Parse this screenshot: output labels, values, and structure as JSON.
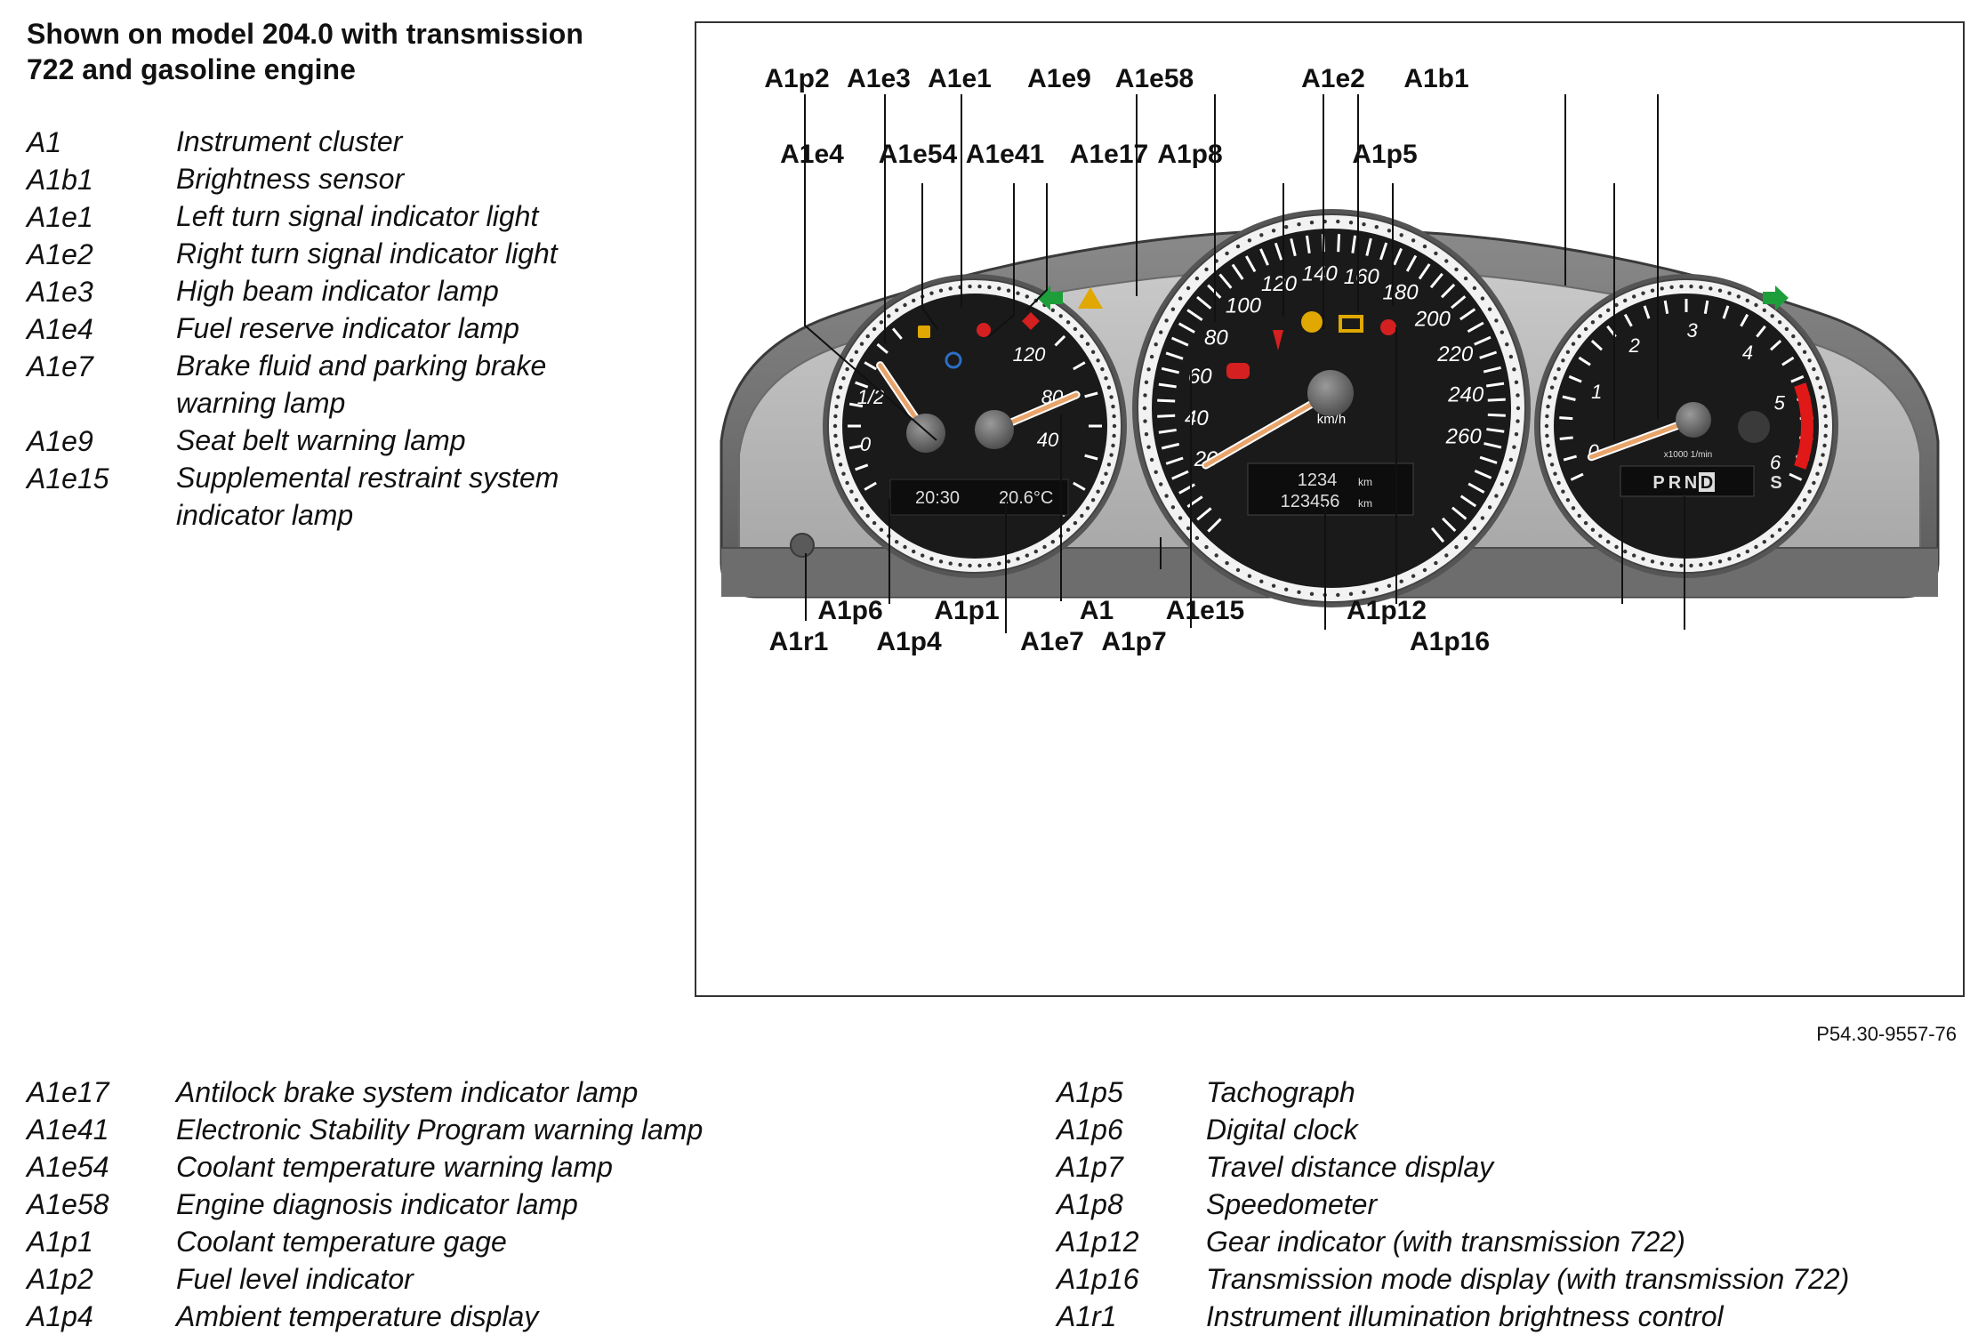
{
  "title_line1": "Shown on model 204.0 with transmission",
  "title_line2": "722 and gasoline engine",
  "figure_code": "P54.30-9557-76",
  "legend_top": [
    {
      "code": "A1",
      "desc": "Instrument cluster"
    },
    {
      "code": "A1b1",
      "desc": "Brightness sensor"
    },
    {
      "code": "A1e1",
      "desc": "Left turn signal indicator light"
    },
    {
      "code": "A1e2",
      "desc": "Right turn signal indicator light"
    },
    {
      "code": "A1e3",
      "desc": "High beam indicator lamp"
    },
    {
      "code": "A1e4",
      "desc": "Fuel reserve indicator lamp"
    },
    {
      "code": "A1e7",
      "desc": "Brake fluid and parking brake",
      "desc2": "warning lamp"
    },
    {
      "code": "A1e9",
      "desc": "Seat belt warning lamp"
    },
    {
      "code": "A1e15",
      "desc": "Supplemental restraint system",
      "desc2": "indicator lamp"
    }
  ],
  "legend_bottom_left": [
    {
      "code": "A1e17",
      "desc": "Antilock brake system indicator lamp"
    },
    {
      "code": "A1e41",
      "desc": "Electronic Stability Program warning lamp"
    },
    {
      "code": "A1e54",
      "desc": "Coolant temperature warning lamp"
    },
    {
      "code": "A1e58",
      "desc": "Engine diagnosis indicator lamp"
    },
    {
      "code": "A1p1",
      "desc": "Coolant temperature gage"
    },
    {
      "code": "A1p2",
      "desc": "Fuel level indicator"
    },
    {
      "code": "A1p4",
      "desc": "Ambient temperature display"
    }
  ],
  "legend_bottom_right": [
    {
      "code": "A1p5",
      "desc": "Tachograph"
    },
    {
      "code": "A1p6",
      "desc": "Digital clock"
    },
    {
      "code": "A1p7",
      "desc": "Travel distance display"
    },
    {
      "code": "A1p8",
      "desc": "Speedometer"
    },
    {
      "code": "A1p12",
      "desc": "Gear indicator (with transmission 722)"
    },
    {
      "code": "A1p16",
      "desc": "Transmission mode display (with transmission 722)"
    },
    {
      "code": "A1r1",
      "desc": "Instrument illumination brightness control"
    }
  ],
  "callouts": {
    "A1p2": "A1p2",
    "A1e3": "A1e3",
    "A1e1": "A1e1",
    "A1e9": "A1e9",
    "A1e58": "A1e58",
    "A1e2": "A1e2",
    "A1b1": "A1b1",
    "A1e4": "A1e4",
    "A1e54": "A1e54",
    "A1e41": "A1e41",
    "A1e17": "A1e17",
    "A1p8": "A1p8",
    "A1p5": "A1p5",
    "A1p6": "A1p6",
    "A1p1": "A1p1",
    "A1": "A1",
    "A1e15": "A1e15",
    "A1p12": "A1p12",
    "A1r1": "A1r1",
    "A1p4": "A1p4",
    "A1e7": "A1e7",
    "A1p7": "A1p7",
    "A1p16": "A1p16"
  },
  "cluster": {
    "clock": "20:30",
    "ambient_temp": "20.6°C",
    "trip": "1234",
    "trip_unit": "km",
    "odometer": "123456",
    "odo_unit": "km",
    "speed_unit": "km/h",
    "rpm_unit": "x1000 1/min",
    "gear_p": "P",
    "gear_r": "R",
    "gear_n": "N",
    "gear_d": "D",
    "gear_mode": "S",
    "fuel_half": "1/2",
    "fuel_zero": "0",
    "temp_labels": [
      "120",
      "80",
      "40"
    ],
    "speed_labels": [
      "20",
      "40",
      "60",
      "80",
      "100",
      "120",
      "140",
      "160",
      "180",
      "200",
      "220",
      "240",
      "260"
    ],
    "rpm_labels": [
      "0",
      "1",
      "2",
      "3",
      "4",
      "5",
      "6"
    ]
  },
  "colors": {
    "needle": "#e8a46a",
    "turn_signal": "#1e9e3a",
    "warning_red": "#d42020",
    "warning_amber": "#e0a800",
    "high_beam": "#2b6fc4",
    "redline": "#e01818"
  }
}
